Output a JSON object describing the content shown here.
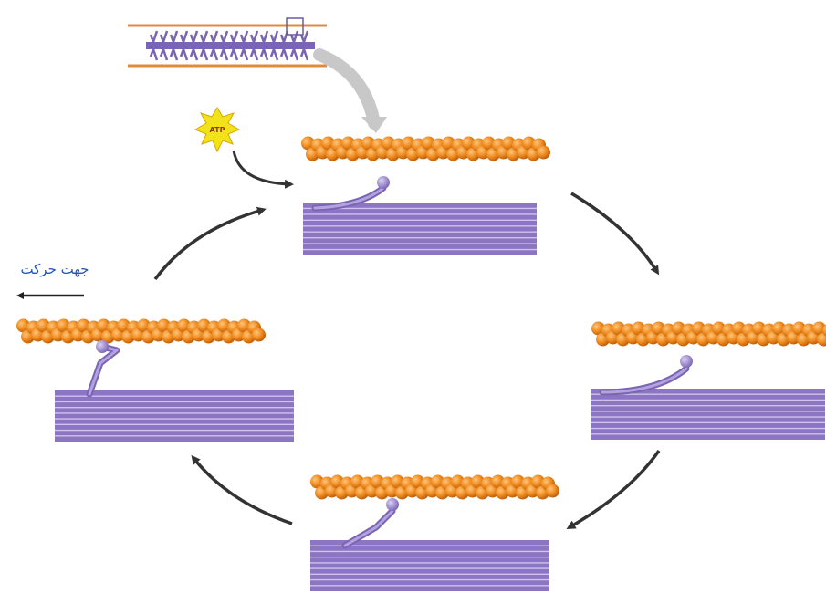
{
  "direction_label": "جهت حرکت",
  "atp_label": "ATP",
  "colors": {
    "actin": "#ee8a1e",
    "actin_shadow": "#b85a0a",
    "myosin": "#8c76c4",
    "myosin_light": "#c6b7e6",
    "cycle_arrow": "#333333",
    "label": "#1f56b8",
    "atp_star": "#f2e21a"
  },
  "icons": [
    "atp-burst-icon",
    "direction-arrow-icon",
    "cycle-arrow-icon"
  ],
  "panels": [
    {
      "name": "top",
      "head_state": "detached-cocked"
    },
    {
      "name": "right",
      "head_state": "binding"
    },
    {
      "name": "bottom",
      "head_state": "bound"
    },
    {
      "name": "left",
      "head_state": "power-stroke"
    }
  ]
}
